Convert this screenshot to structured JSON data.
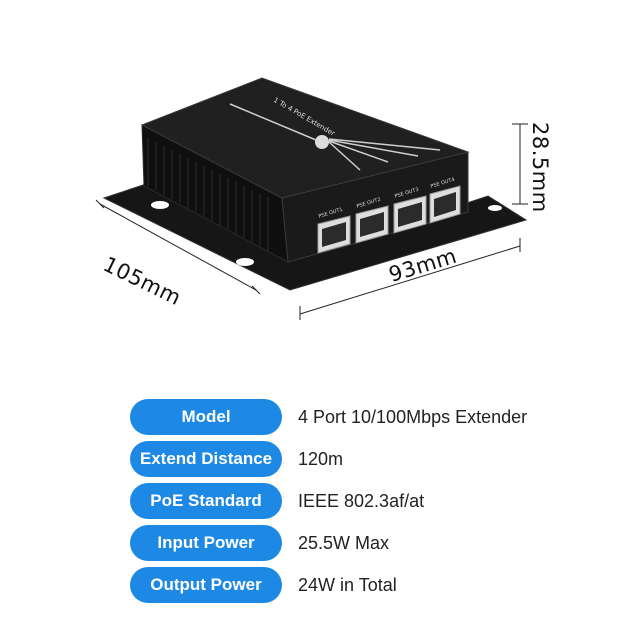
{
  "device": {
    "title": "1 To 4 PoE Extender",
    "ports": [
      "PSE OUT1",
      "PSE OUT2",
      "PSE OUT3",
      "PSE OUT4"
    ]
  },
  "dimensions": {
    "depth": "105mm",
    "width": "93mm",
    "height": "28.5mm"
  },
  "specs": [
    {
      "label": "Model",
      "value": "4 Port 10/100Mbps Extender"
    },
    {
      "label": "Extend Distance",
      "value": "120m"
    },
    {
      "label": "PoE Standard",
      "value": "IEEE 802.3af/at"
    },
    {
      "label": "Input Power",
      "value": "25.5W Max"
    },
    {
      "label": "Output Power",
      "value": "24W in Total"
    }
  ],
  "colors": {
    "pill": "#1e88e5",
    "device_body": "#1b1b1b"
  }
}
